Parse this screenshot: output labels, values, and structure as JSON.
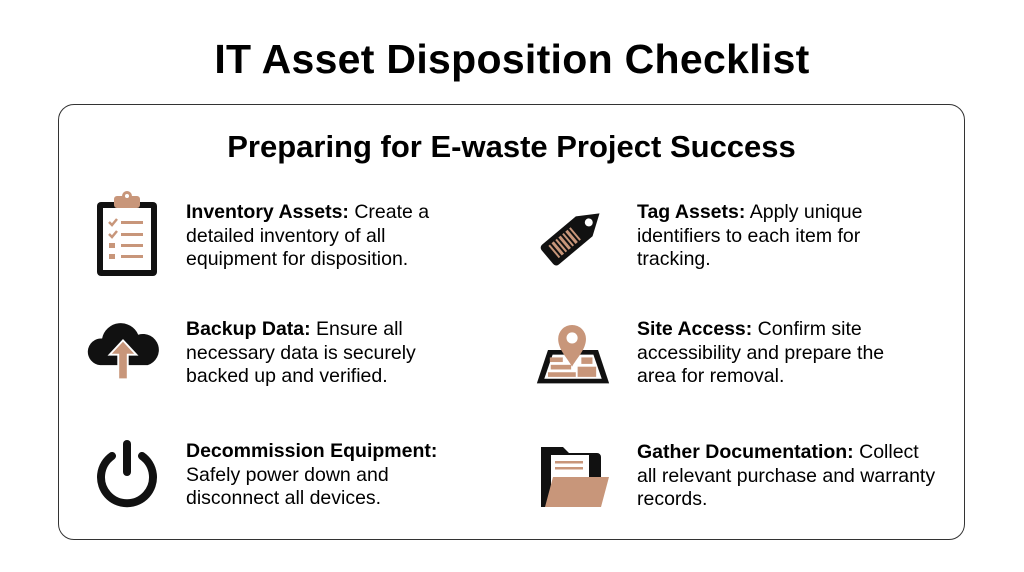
{
  "title": "IT Asset Disposition Checklist",
  "subtitle": "Preparing for E-waste Project Success",
  "colors": {
    "accent": "#C8967A",
    "ink": "#000000",
    "border": "#333333"
  },
  "items": [
    {
      "heading": "Inventory Assets:",
      "body": " Create a detailed inventory of all equipment for disposition.",
      "icon": "clipboard-checklist-icon"
    },
    {
      "heading": "Tag Assets:",
      "body": " Apply unique identifiers to each item for tracking.",
      "icon": "barcode-tag-icon"
    },
    {
      "heading": "Backup Data:",
      "body": " Ensure all necessary data is securely backed up and verified.",
      "icon": "cloud-upload-icon"
    },
    {
      "heading": "Site Access:",
      "body": " Confirm site accessibility and prepare the area for removal.",
      "icon": "map-pin-icon"
    },
    {
      "heading": "Decommission Equipment:",
      "body": " Safely power down and disconnect all devices.",
      "icon": "power-icon"
    },
    {
      "heading": "Gather Documentation:",
      "body": " Collect all relevant purchase and warranty records.",
      "icon": "folder-documents-icon"
    }
  ]
}
